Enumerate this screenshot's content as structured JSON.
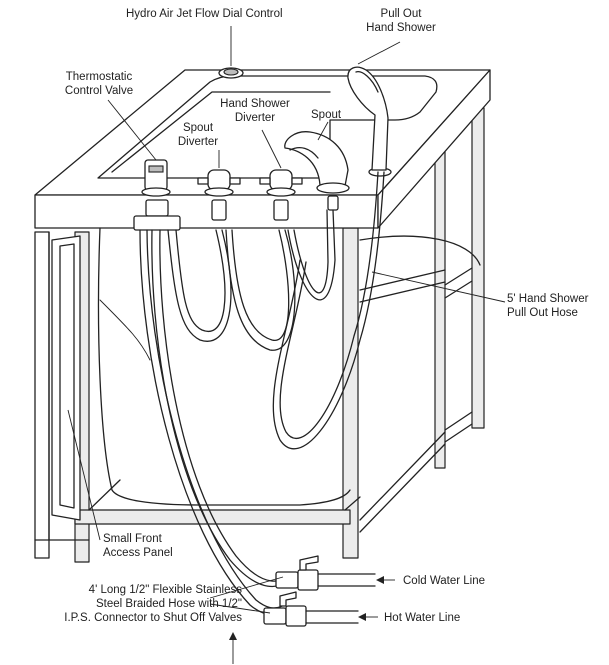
{
  "labels": {
    "hydro_air_dial": "Hydro Air Jet Flow Dial Control",
    "pull_out_shower_line1": "Pull Out",
    "pull_out_shower_line2": "Hand Shower",
    "thermostatic_line1": "Thermostatic",
    "thermostatic_line2": "Control Valve",
    "hand_shower_diverter_line1": "Hand Shower",
    "hand_shower_diverter_line2": "Diverter",
    "spout": "Spout",
    "spout_diverter_line1": "Spout",
    "spout_diverter_line2": "Diverter",
    "hose_5ft_line1": "5' Hand Shower",
    "hose_5ft_line2": "Pull Out Hose",
    "access_panel_line1": "Small Front",
    "access_panel_line2": "Access Panel",
    "braided_hose_line1": "4' Long 1/2\" Flexible Stainless",
    "braided_hose_line2": "Steel Braided Hose with 1/2\"",
    "braided_hose_line3": "I.P.S. Connector to Shut Off Valves",
    "cold_water": "Cold Water Line",
    "hot_water": "Hot Water Line"
  }
}
